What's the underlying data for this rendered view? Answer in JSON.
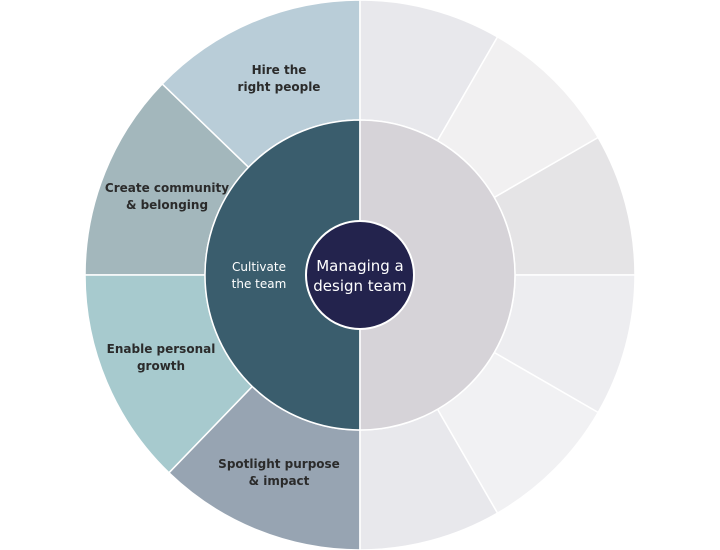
{
  "center": {
    "line1": "Managing a",
    "line2": "design team",
    "color": "#23234d"
  },
  "inner_left": {
    "line1": "Cultivate",
    "line2": "the team",
    "color": "#3a5d6d"
  },
  "inner_right": {
    "color": "#d6d3d8"
  },
  "outer_left_segments": [
    {
      "line1": "Hire the",
      "line2": "right people",
      "color": "#b9cdd8"
    },
    {
      "line1": "Create community",
      "line2": "& belonging",
      "color": "#a3b7bc"
    },
    {
      "line1": "Enable personal",
      "line2": "growth",
      "color": "#a7cace"
    },
    {
      "line1": "Spotlight purpose",
      "line2": "& impact",
      "color": "#97a4b2"
    }
  ],
  "outer_right_segments": [
    {
      "color": "#e8e8ec"
    },
    {
      "color": "#f1f0f1"
    },
    {
      "color": "#e5e4e6"
    },
    {
      "color": "#ededf0"
    },
    {
      "color": "#f1f1f3"
    },
    {
      "color": "#e8e8ec"
    }
  ]
}
